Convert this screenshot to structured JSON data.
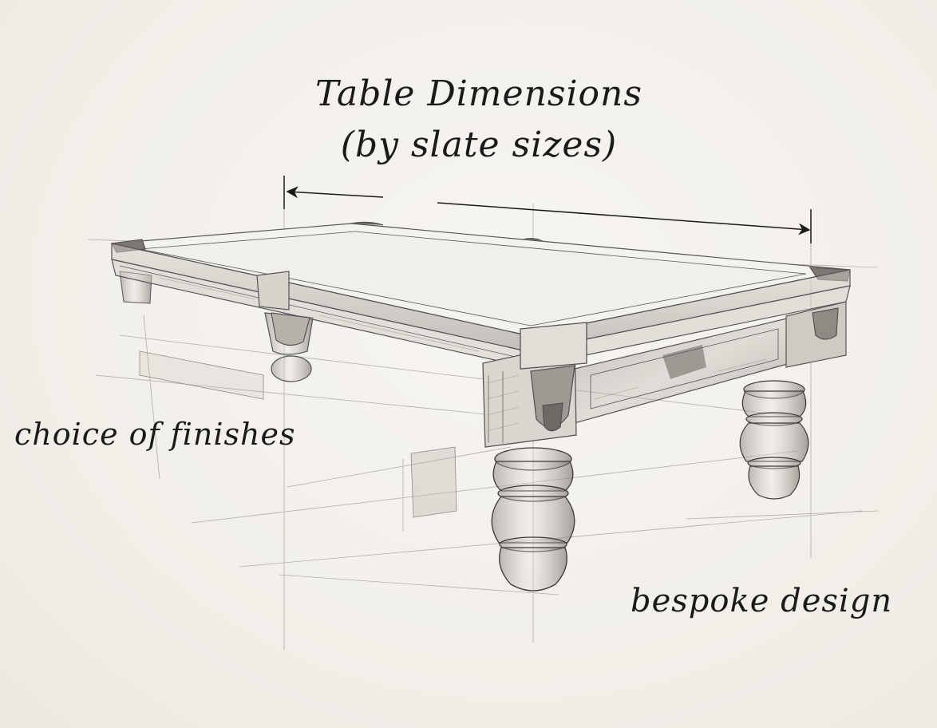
{
  "title": {
    "line1": "Table Dimensions",
    "line2": "(by slate sizes)"
  },
  "labels": {
    "finishes": "choice of finishes",
    "design": "bespoke design"
  },
  "colors": {
    "paper": "#f3f1ec",
    "ink": "#1a1a1a",
    "pencil": "#555555",
    "pencil_light": "#9a9690"
  }
}
